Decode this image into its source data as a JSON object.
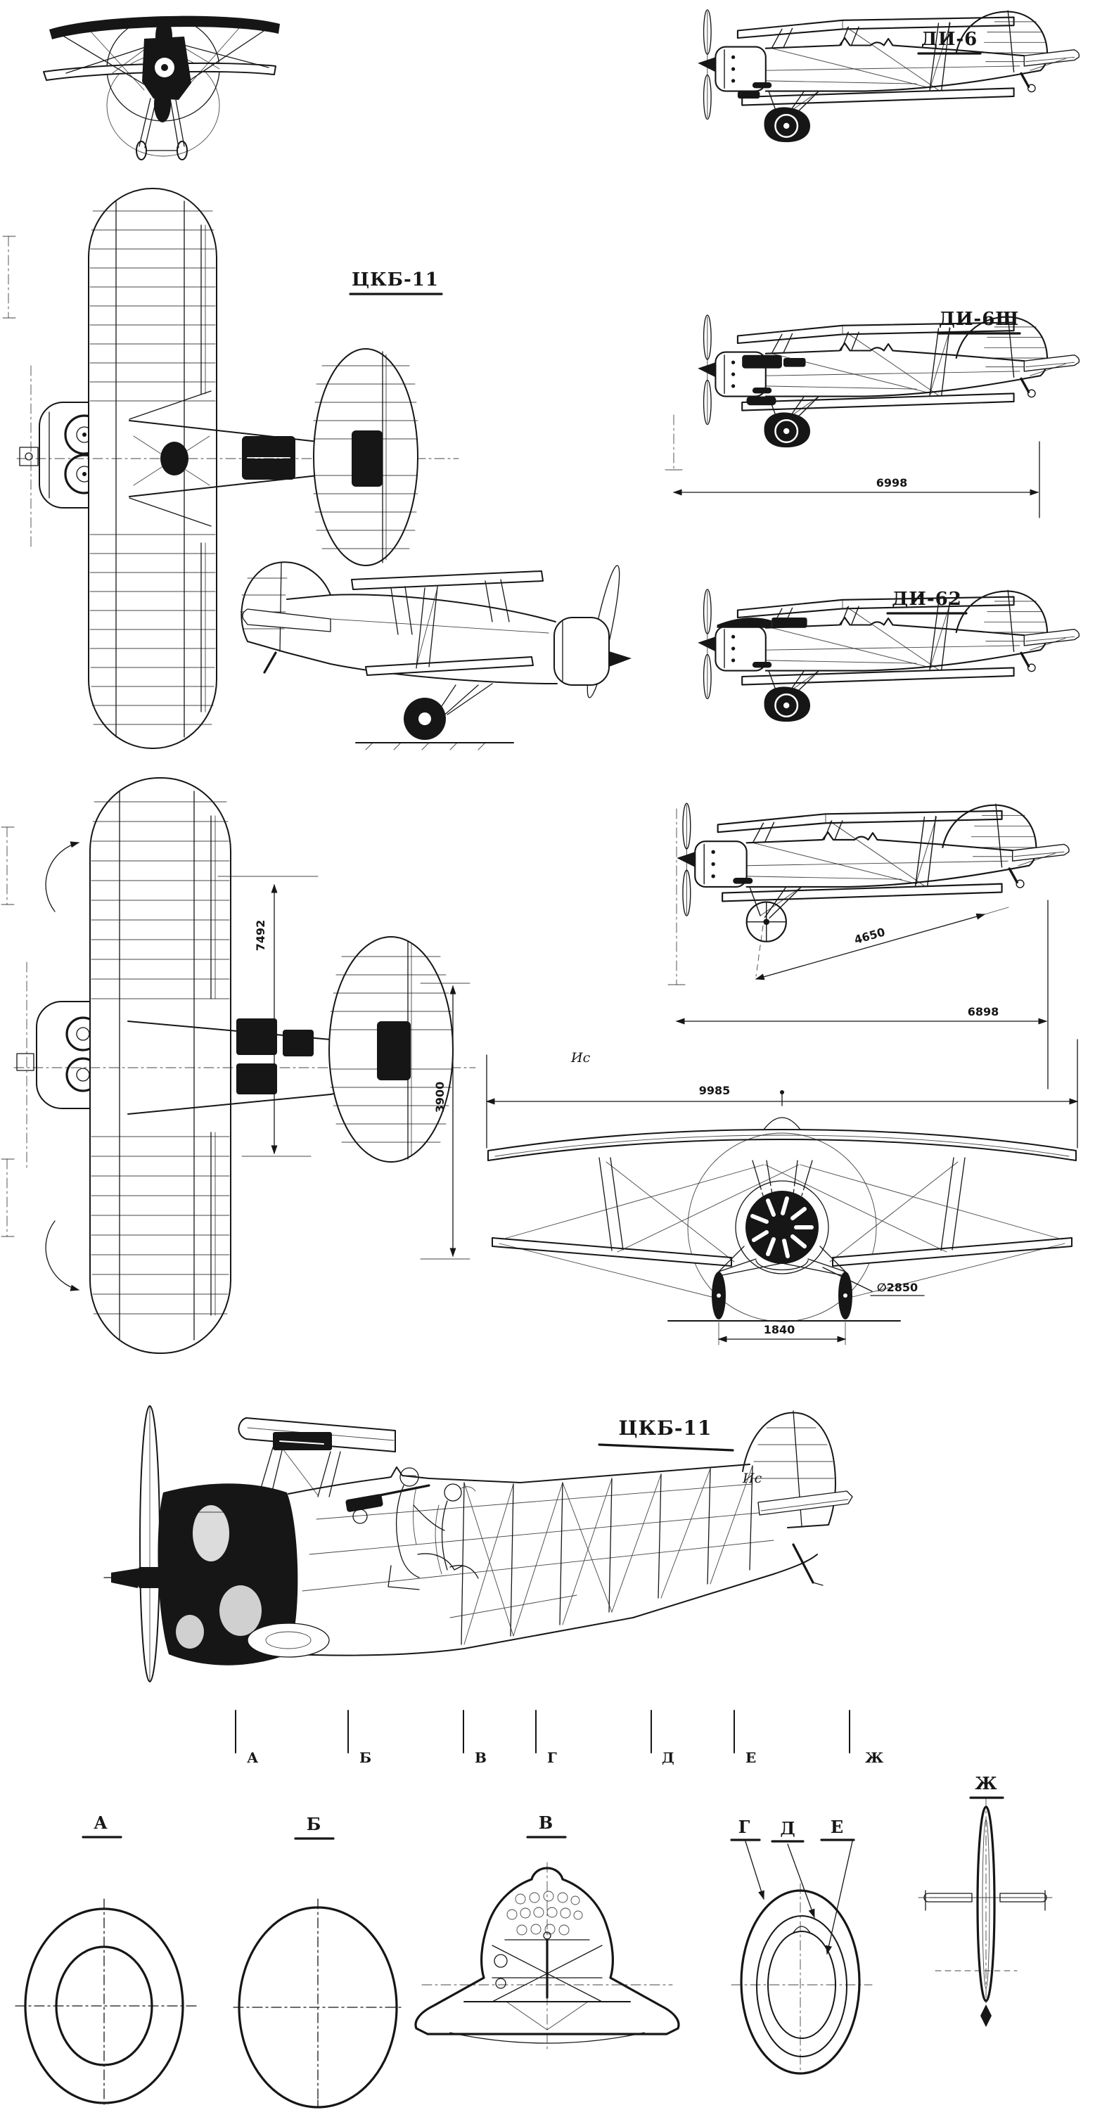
{
  "document": {
    "type": "technical-drawing",
    "subject": "TsKB-11 / DI-6 biplane fighter multi-view blueprint",
    "ink": "#161616",
    "paper": "#ffffff"
  },
  "labels": {
    "plan_view_title": "ЦКБ-11",
    "cutaway_title": "ЦКБ-11",
    "side_view_1": "ДИ-6",
    "side_view_2": "ДИ-6Ш",
    "side_view_3": "ДИ-62"
  },
  "dimensions": {
    "di6sh_length": "6998",
    "gear_to_tail": "4650",
    "lower_side_length": "6898",
    "wingspan": "9985",
    "lower_wing_station": "7492",
    "tailplane_span": "3900",
    "propeller_diameter": "∅2850",
    "wheel_track": "1840"
  },
  "station_markers": {
    "items": [
      {
        "label": "А"
      },
      {
        "label": "Б"
      },
      {
        "label": "В"
      },
      {
        "label": "Г"
      },
      {
        "label": "Д"
      },
      {
        "label": "Е"
      },
      {
        "label": "Ж"
      }
    ]
  },
  "cross_sections": {
    "a": "А",
    "b": "Б",
    "v": "В",
    "g": "Г",
    "d": "Д",
    "e": "Е",
    "zh": "Ж"
  },
  "annotations": {
    "check_mark_front": "Ис",
    "check_mark_cutaway": "Ис"
  }
}
